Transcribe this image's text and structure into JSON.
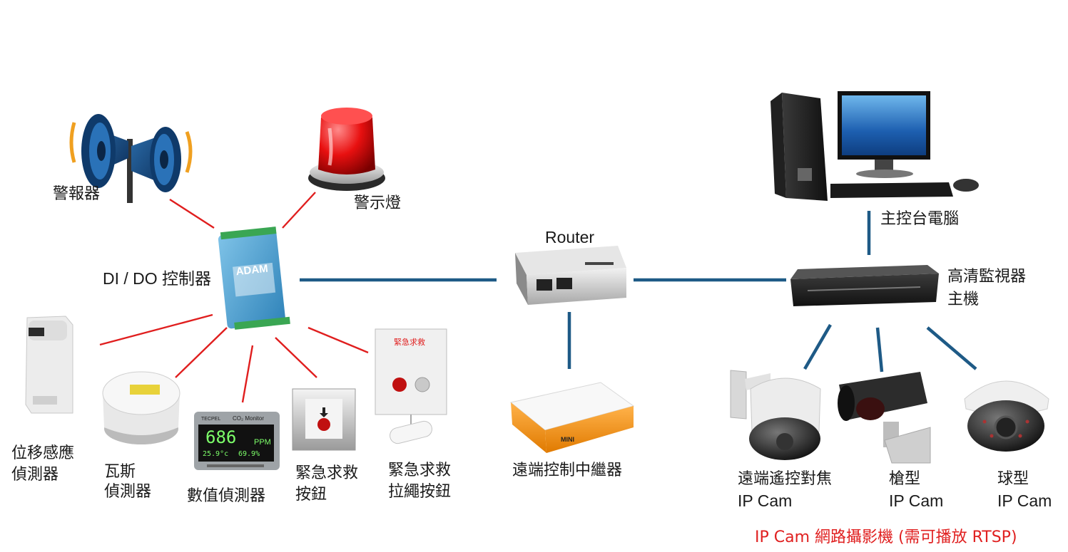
{
  "diagram": {
    "labels": {
      "siren": "警報器",
      "warning_light": "警示燈",
      "dido": "DI / DO 控制器",
      "router": "Router",
      "main_pc": "主控台電腦",
      "dvr_line1": "高清監視器",
      "dvr_line2": "主機",
      "motion_line1": "位移感應",
      "motion_line2": "偵測器",
      "gas_line1": "瓦斯",
      "gas_line2": "偵測器",
      "numeric_sensor": "數值偵測器",
      "button_line1": "緊急求救",
      "button_line2": "按鈕",
      "pull_line1": "緊急求救",
      "pull_line2": "拉繩按鈕",
      "relay": "遠端控制中繼器",
      "ptz_line1": "遠端遙控對焦",
      "ptz_line2": "IP Cam",
      "bullet_line1": "槍型",
      "bullet_line2": "IP Cam",
      "dome_line1": "球型",
      "dome_line2": "IP Cam",
      "ipcam_note": "IP Cam 網路攝影機 (需可播放 RTSP)"
    },
    "device_text": {
      "adam_brand": "ADAM",
      "co2_brand": "TECPEL",
      "co2_title": "CO₂ Monitor",
      "co2_value": "686",
      "co2_unit": "PPM",
      "co2_temp": "25.9°c",
      "co2_hum": "69.9%",
      "panel_title": "緊急求救",
      "relay_brand": "MINI"
    },
    "colors": {
      "network_link": "#1e5a86",
      "io_link": "#e01e1e",
      "note_text": "#e02020"
    }
  }
}
